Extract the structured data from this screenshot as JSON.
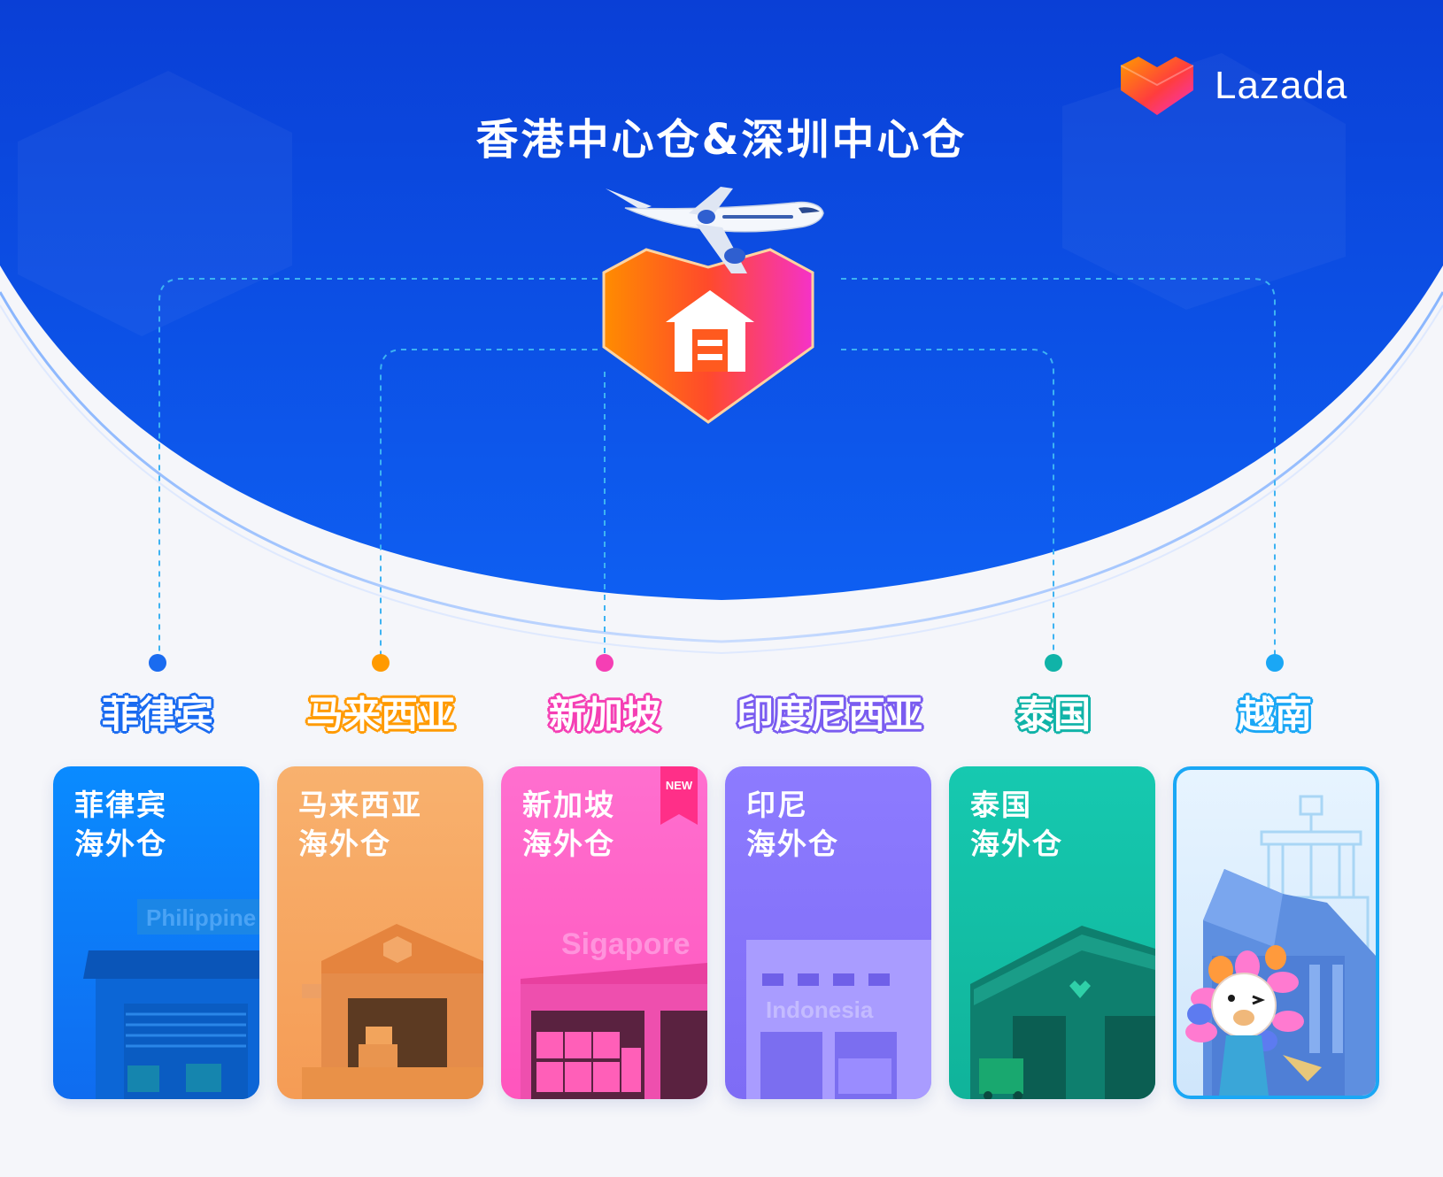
{
  "hub_title": "香港中心仓&深圳中心仓",
  "brand": {
    "name": "Lazada",
    "icon": "lazada-heart-icon"
  },
  "regions": [
    {
      "title": "菲律宾",
      "card_line1": "菲律宾",
      "card_line2": "海外仓",
      "watermark": "Philippine",
      "accent": "#1a6bf0",
      "card": "#1488ff"
    },
    {
      "title": "马来西亚",
      "card_line1": "马来西亚",
      "card_line2": "海外仓",
      "watermark": "",
      "accent": "#ff9a00",
      "card": "#f7a55f"
    },
    {
      "title": "新加坡",
      "card_line1": "新加坡",
      "card_line2": "海外仓",
      "watermark": "Sigapore",
      "accent": "#f53fb4",
      "card": "#ff6ac8",
      "badge": "NEW"
    },
    {
      "title": "印度尼西亚",
      "card_line1": "印尼",
      "card_line2": "海外仓",
      "watermark": "Indonesia",
      "accent": "#7a5cf0",
      "card": "#8b78ff"
    },
    {
      "title": "泰国",
      "card_line1": "泰国",
      "card_line2": "海外仓",
      "watermark": "",
      "accent": "#10b3a8",
      "card": "#16c2a8"
    },
    {
      "title": "越南",
      "card_line1": "",
      "card_line2": "",
      "watermark": "",
      "accent": "#1aa7f5",
      "card": "#dcefff"
    }
  ],
  "colors": {
    "sky_top": "#0a3fd6",
    "sky_bottom": "#0f66f5",
    "connector": "#3db3f2",
    "hub_orange": "#ff7a00",
    "hub_magenta": "#f532c8"
  },
  "icons": [
    "airplane-icon",
    "warehouse-icon",
    "lazada-heart-icon"
  ]
}
